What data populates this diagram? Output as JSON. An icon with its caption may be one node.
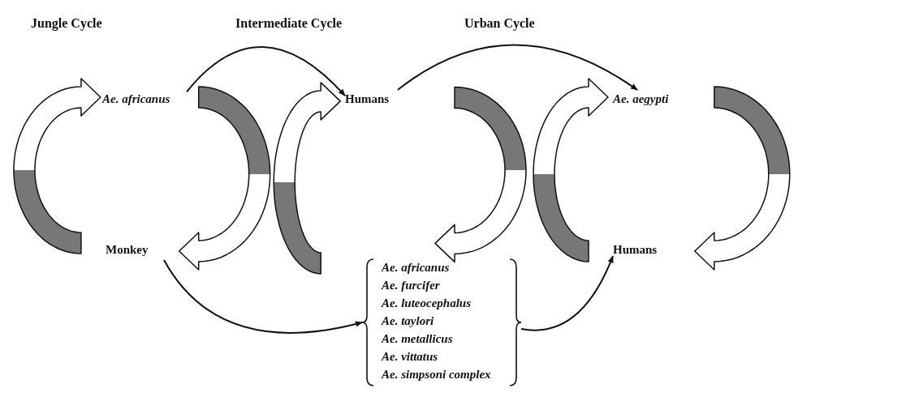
{
  "diagram": {
    "nodes": [
      {
        "text": [
          "Ae. africanus"
        ]
      },
      {
        "text": [
          "Monkey"
        ]
      },
      {
        "text": [
          "Humans"
        ]
      },
      {
        "text": [
          "Ae. africanus",
          "Ae. furcifer",
          "Ae. luteocephalus",
          "Ae. taylori",
          "Ae. metallicus",
          "Ae. vittatus",
          "Ae. simpsoni complex"
        ]
      },
      {
        "text": [
          "Ae. aegypti"
        ]
      },
      {
        "text": [
          "Humans"
        ]
      }
    ],
    "edges": [
      {
        "from": 1,
        "to": 0,
        "arrow": "to",
        "style": "thick"
      },
      {
        "from": 0,
        "to": 1,
        "arrow": "to",
        "style": "thick"
      },
      {
        "from": 0,
        "to": 2,
        "arrow": "to"
      },
      {
        "from": 1,
        "to": 3,
        "arrow": "to"
      },
      {
        "from": 3,
        "to": 2,
        "arrow": "to",
        "style": "thick"
      },
      {
        "from": 2,
        "to": 3,
        "arrow": "to",
        "style": "thick"
      },
      {
        "from": 2,
        "to": 4,
        "arrow": "to"
      },
      {
        "from": 3,
        "to": 5,
        "arrow": "to"
      },
      {
        "from": 5,
        "to": 4,
        "arrow": "to",
        "style": "thick"
      },
      {
        "from": 4,
        "to": 5,
        "arrow": "to",
        "style": "thick"
      }
    ],
    "labels": [
      "Jungle Cycle",
      "Intermediate Cycle",
      "Urban Cycle"
    ]
  }
}
